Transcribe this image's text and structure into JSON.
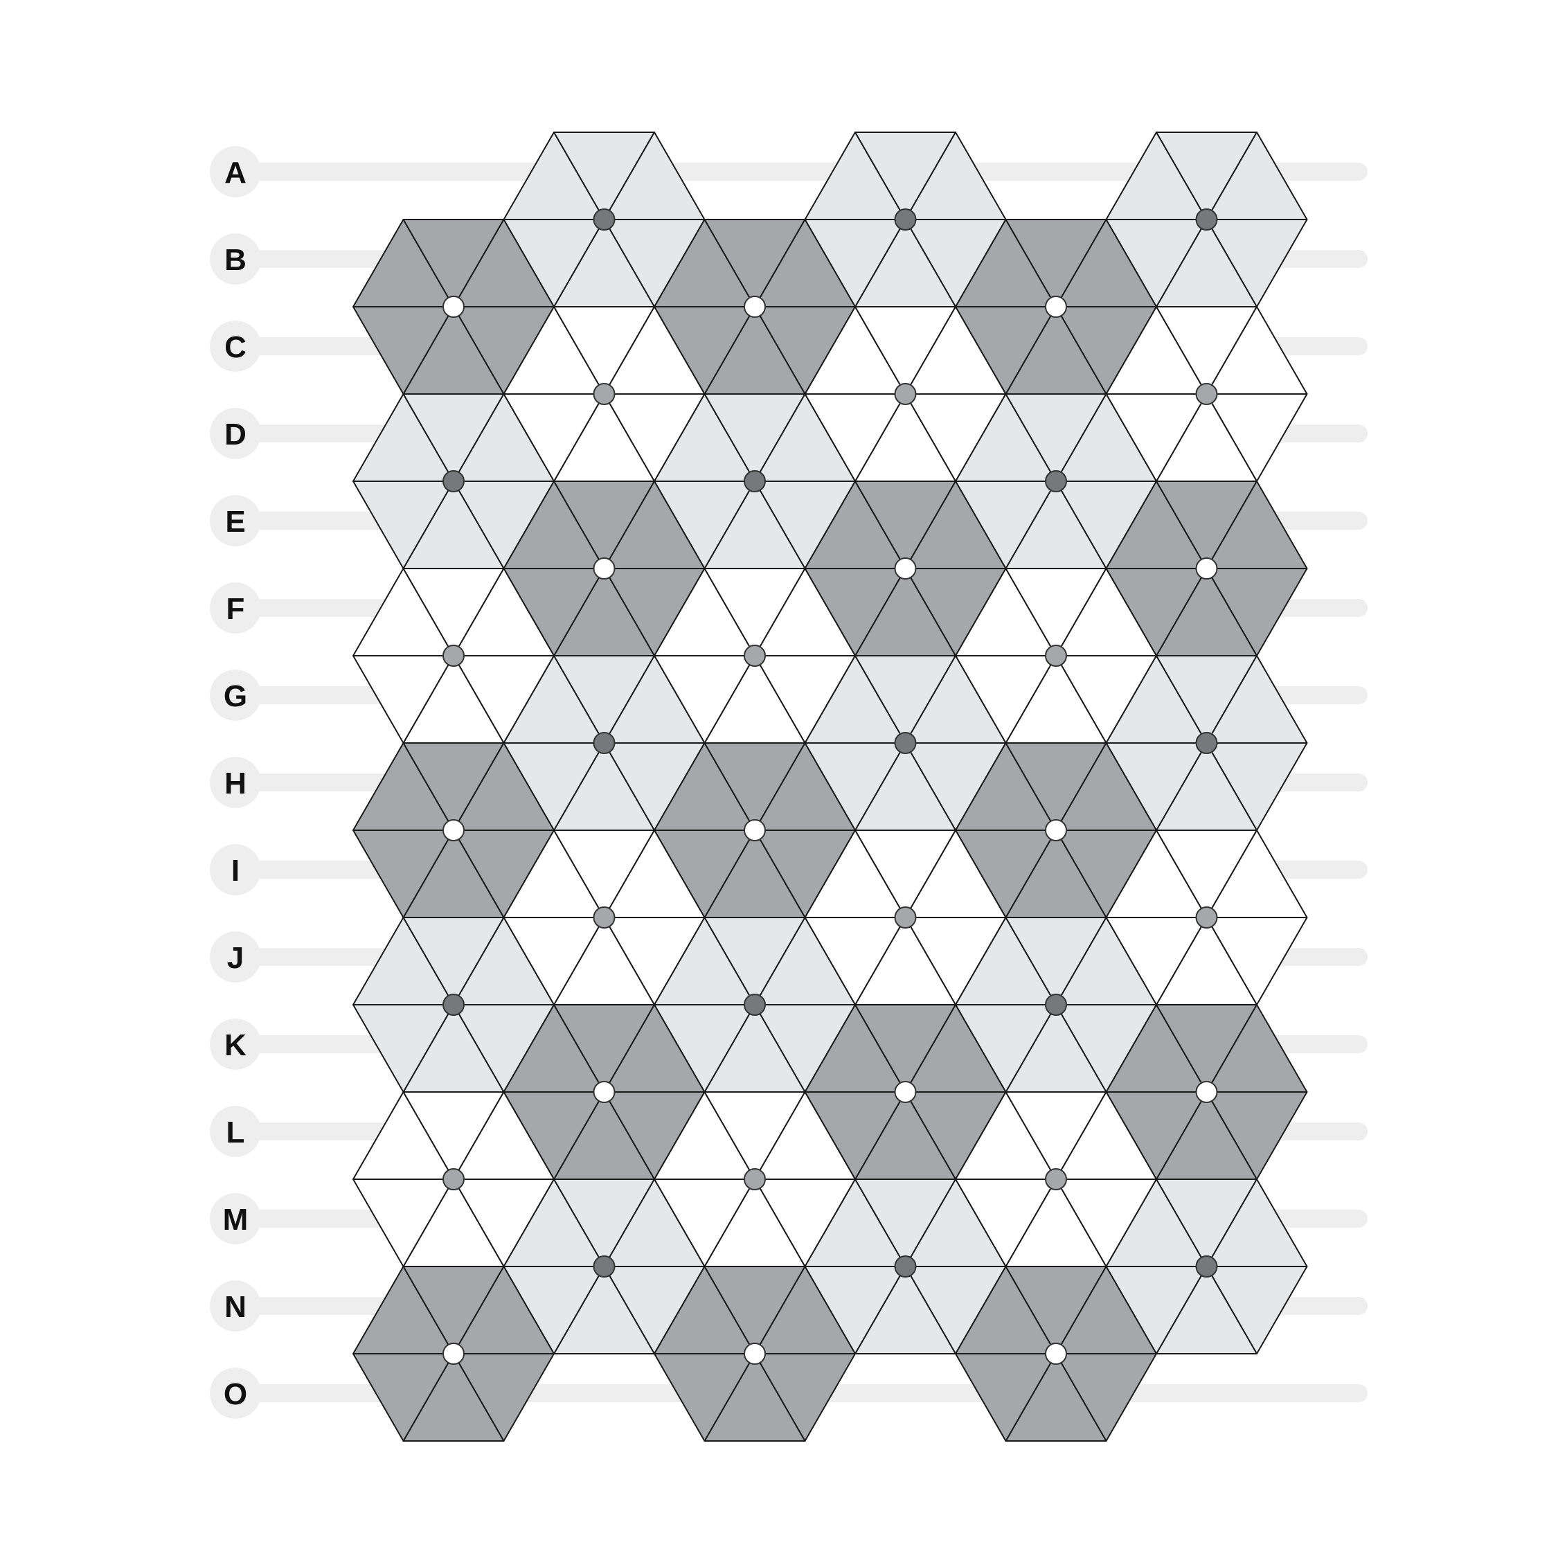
{
  "board": {
    "rows": [
      "A",
      "B",
      "C",
      "D",
      "E",
      "F",
      "G",
      "H",
      "I",
      "J",
      "K",
      "L",
      "M",
      "N",
      "O"
    ],
    "colors": {
      "white": "#ffffff",
      "light": "#e6e7e8",
      "dark": "#a6a7aa",
      "row_track": "#eeeeee",
      "label_badge": "#eeeeee",
      "outline": "#222222",
      "vertex_white": "#ffffff",
      "vertex_light": "#a6a7aa",
      "vertex_dark": "#77787b"
    },
    "cell_shading_rule": "hexagon rings around vertices; dark centers have white marker, light centers have dark marker, white centers have grey marker"
  }
}
